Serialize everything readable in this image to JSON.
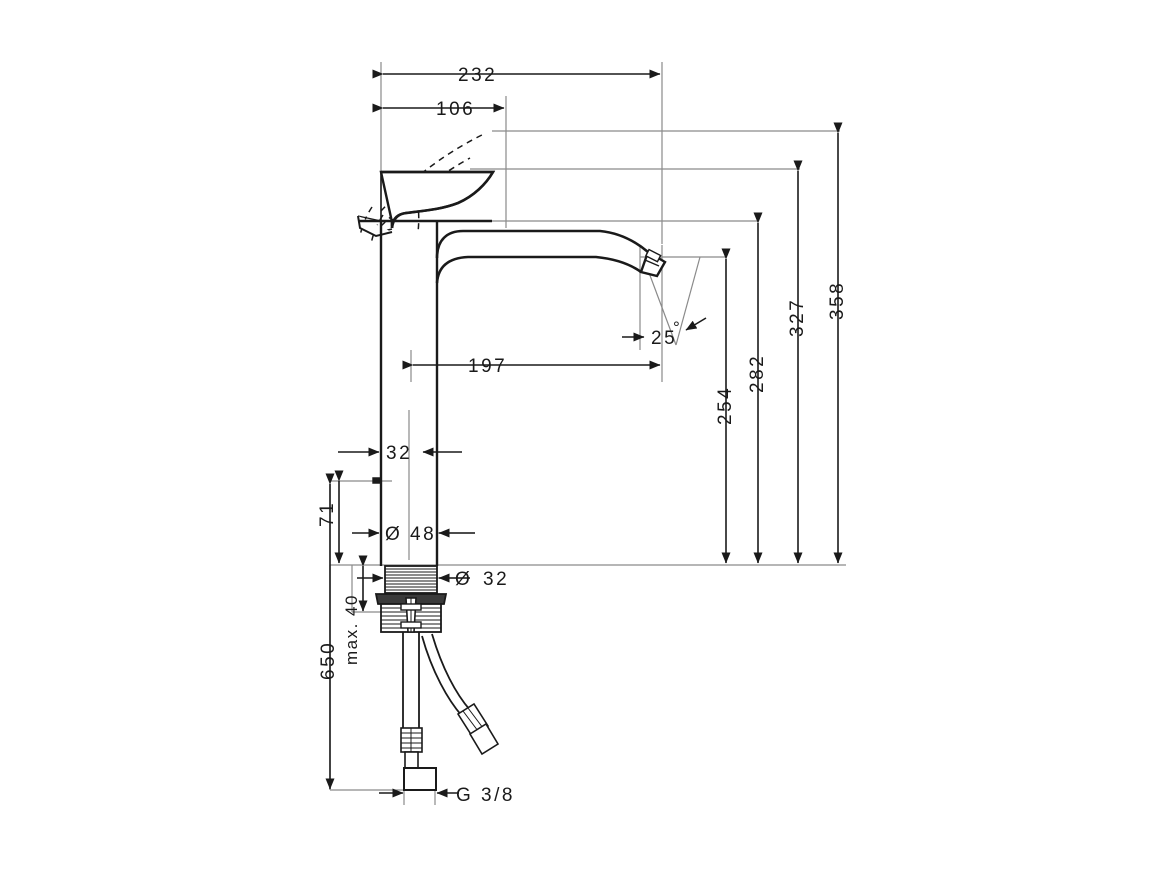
{
  "drawing": {
    "title": "Single lever basin mixer - dimensional drawing",
    "units": "mm",
    "line_color": "#1a1a1a",
    "thin_line_color": "#7a7a7a",
    "background": "#ffffff"
  },
  "dimensions": {
    "width_total": "232",
    "handle_reach": "106",
    "spout_reach": "197",
    "body_width": "32",
    "body_diameter": "Ø 48",
    "shank_diameter": "Ø 32",
    "handle_clearance": "71",
    "deck_thickness": "max. 40",
    "hose_length": "650",
    "spout_angle": "25°",
    "height_spout_tip": "254",
    "height_spout_top": "282",
    "height_handle_down": "327",
    "height_handle_up": "358",
    "thread": "G 3/8"
  },
  "labels": {
    "dim_232": "232",
    "dim_106": "106",
    "dim_197": "197",
    "dim_32": "32",
    "dim_d48": "Ø 48",
    "dim_d32_sym": "Ø",
    "dim_d32_num": "32",
    "dim_71": "71",
    "dim_max40": "max. 40",
    "dim_650": "650",
    "dim_25deg": "25",
    "dim_254": "254",
    "dim_282": "282",
    "dim_327": "327",
    "dim_358": "358",
    "dim_g38": "G 3/8"
  }
}
